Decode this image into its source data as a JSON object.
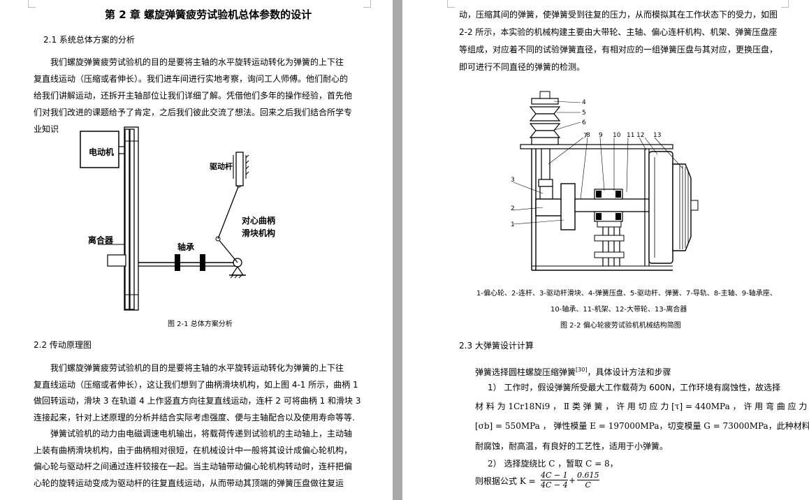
{
  "left_page": {
    "title": "第 2 章 螺旋弹簧疲劳试验机总体参数的设计",
    "section_2_1": "2.1 系统总体方案的分析",
    "para1": [
      "我们螺旋弹簧疲劳试验机的目的是要将主轴的水平旋转运动转化为弹簧的上下往",
      "复直线运动（压缩或者伸长）。我们进车间进行实地考察，询问工人师傅。他们耐心的",
      "给我们讲解运动，还拆开主轴部位让我们详细了解。凭借他们多年的操作经验，首先他",
      "们对我们改进的课题给予了肯定，之后我们彼此交流了想法。回来之后我们结合所学专",
      "业知识"
    ],
    "figure1": {
      "labels": {
        "motor": "电动机",
        "drive_rod": "驱动杆",
        "clutch": "离合器",
        "bearing": "轴承",
        "mechanism_line1": "对心曲柄",
        "mechanism_line2": "滑块机构"
      },
      "caption": "图 2-1  总体方案分析"
    },
    "section_2_2": "2.2 传动原理图",
    "para2": [
      "我们螺旋弹簧疲劳试验机的目的是要将主轴的水平旋转运动转化为弹簧的上下往",
      "复直线运动（压缩或者伸长），这让我们想到了曲柄滑块机构，如上图 4-1 所示，曲柄 1",
      "做回转运动，滑块 3 在轨道 4 上作竖直方向往复直线运动，连杆 2 可将曲柄 1 和滑块 3",
      "连接起来，针对上述原理的分析并结合实际考虑强度、便与主轴配合以及使用寿命等等."
    ],
    "para3": [
      "弹簧试验机的动力由电磁调速电机输出，将载荷传递到试验机的主动轴上，主动轴",
      "上装有曲柄滑块机构，由于曲柄相对很短，在机械设计中一般将其设计成偏心轮机构，",
      "偏心轮与驱动杆之间通过连杆铰接在一起。当主动轴带动偏心轮机构转动时，连杆把偏",
      "心轮的旋转运动变成为驱动杆的往复直线运动，从而带动其顶端的弹簧压盘做往复运"
    ]
  },
  "right_page": {
    "para_top": [
      "动，压缩其间的弹簧，使弹簧受到往复的压力，从而模拟其在工作状态下的受力，如图",
      "2-2 所示，本实验的机械构建主要由大带轮、主轴、偏心连杆机构、机架、弹簧压盘座",
      "等组成，对应着不同的试验弹簧直径，有相对应的一组弹簧压盘与其对应，更换压盘，",
      "即可进行不同直径的弹簧的检测。"
    ],
    "figure2": {
      "numbers": [
        "1",
        "2",
        "3",
        "4",
        "5",
        "6",
        "7",
        "8",
        "9",
        "10",
        "11",
        "12",
        "13"
      ],
      "legend_line1": "1-偏心轮、2-连杆、3-驱动杆滑块、4-弹簧压盘、5-驱动杆、弹簧、7-导轨、8-主轴、9-轴承座、",
      "legend_line2": "10-轴承、11-机架、12-大带轮、13-离合器",
      "caption": "图 2-2    偏心轮疲劳试验机机械结构简图"
    },
    "section_2_3": "2.3 大弹簧设计计算",
    "intro_text": "弹簧选择圆柱螺旋压缩弹簧",
    "intro_ref": "[30]",
    "intro_tail": "，具体设计方法和步骤",
    "item1_line1": "1）  工作时，假设弹簧所受最大工作载荷为 600N，工作环境有腐蚀性，故选择",
    "item1_line2": "材 料 为  1Cr18Ni9  ，  Ⅱ 类 弹 簧 ， 许 用 切 应 力 [τ] = 440MPa ， 许 用 弯 曲 应 力",
    "item1_line3": "[σb] = 550MPa ，  弹性模量  E = 197000MPa，切变模量  G = 73000MPa，此种材料",
    "item1_line4": "耐腐蚀，耐高温，有良好的工艺性，适用于小弹簧。",
    "item2": "2）  选择旋绕比  C ，暂取  C = 8，",
    "formula": {
      "prefix": "则根据公式  K =",
      "num1": "4C − 1",
      "den1": "4C − 4",
      "plus": "+",
      "num2": "0.615",
      "den2": "C"
    }
  }
}
